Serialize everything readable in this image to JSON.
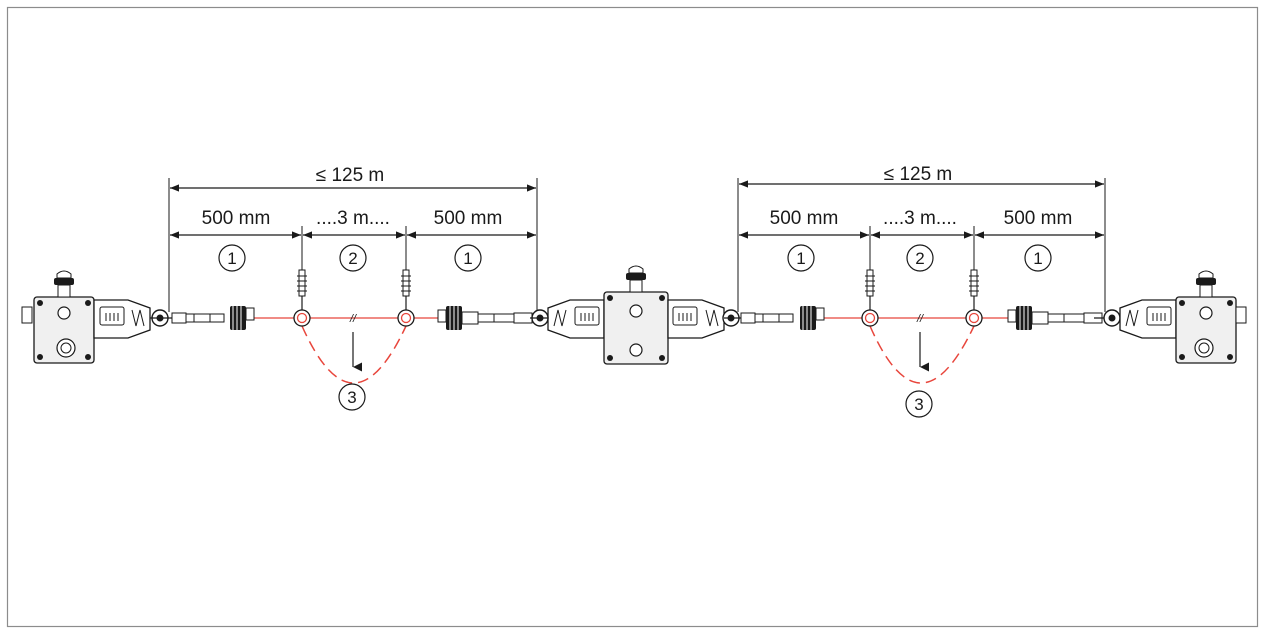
{
  "colors": {
    "frame": "#8c8c8c",
    "ink": "#1a1a1a",
    "housing_fill": "#f0f0f0",
    "rope": "#e8463c"
  },
  "sections": [
    {
      "total_label": "≤ 125 m",
      "segments": [
        {
          "label": "500 mm",
          "callout": "1"
        },
        {
          "label": "....3 m....",
          "callout": "2"
        },
        {
          "label": "500 mm",
          "callout": "1"
        }
      ],
      "sag_callout": "3"
    },
    {
      "total_label": "≤ 125 m",
      "segments": [
        {
          "label": "500 mm",
          "callout": "1"
        },
        {
          "label": "....3 m....",
          "callout": "2"
        },
        {
          "label": "500 mm",
          "callout": "1"
        }
      ],
      "sag_callout": "3"
    }
  ],
  "switches": [
    {
      "name": "left-switch",
      "icon": "rope-pull-switch-icon"
    },
    {
      "name": "middle-switch",
      "icon": "rope-pull-switch-icon"
    },
    {
      "name": "right-switch",
      "icon": "rope-pull-switch-icon"
    }
  ]
}
